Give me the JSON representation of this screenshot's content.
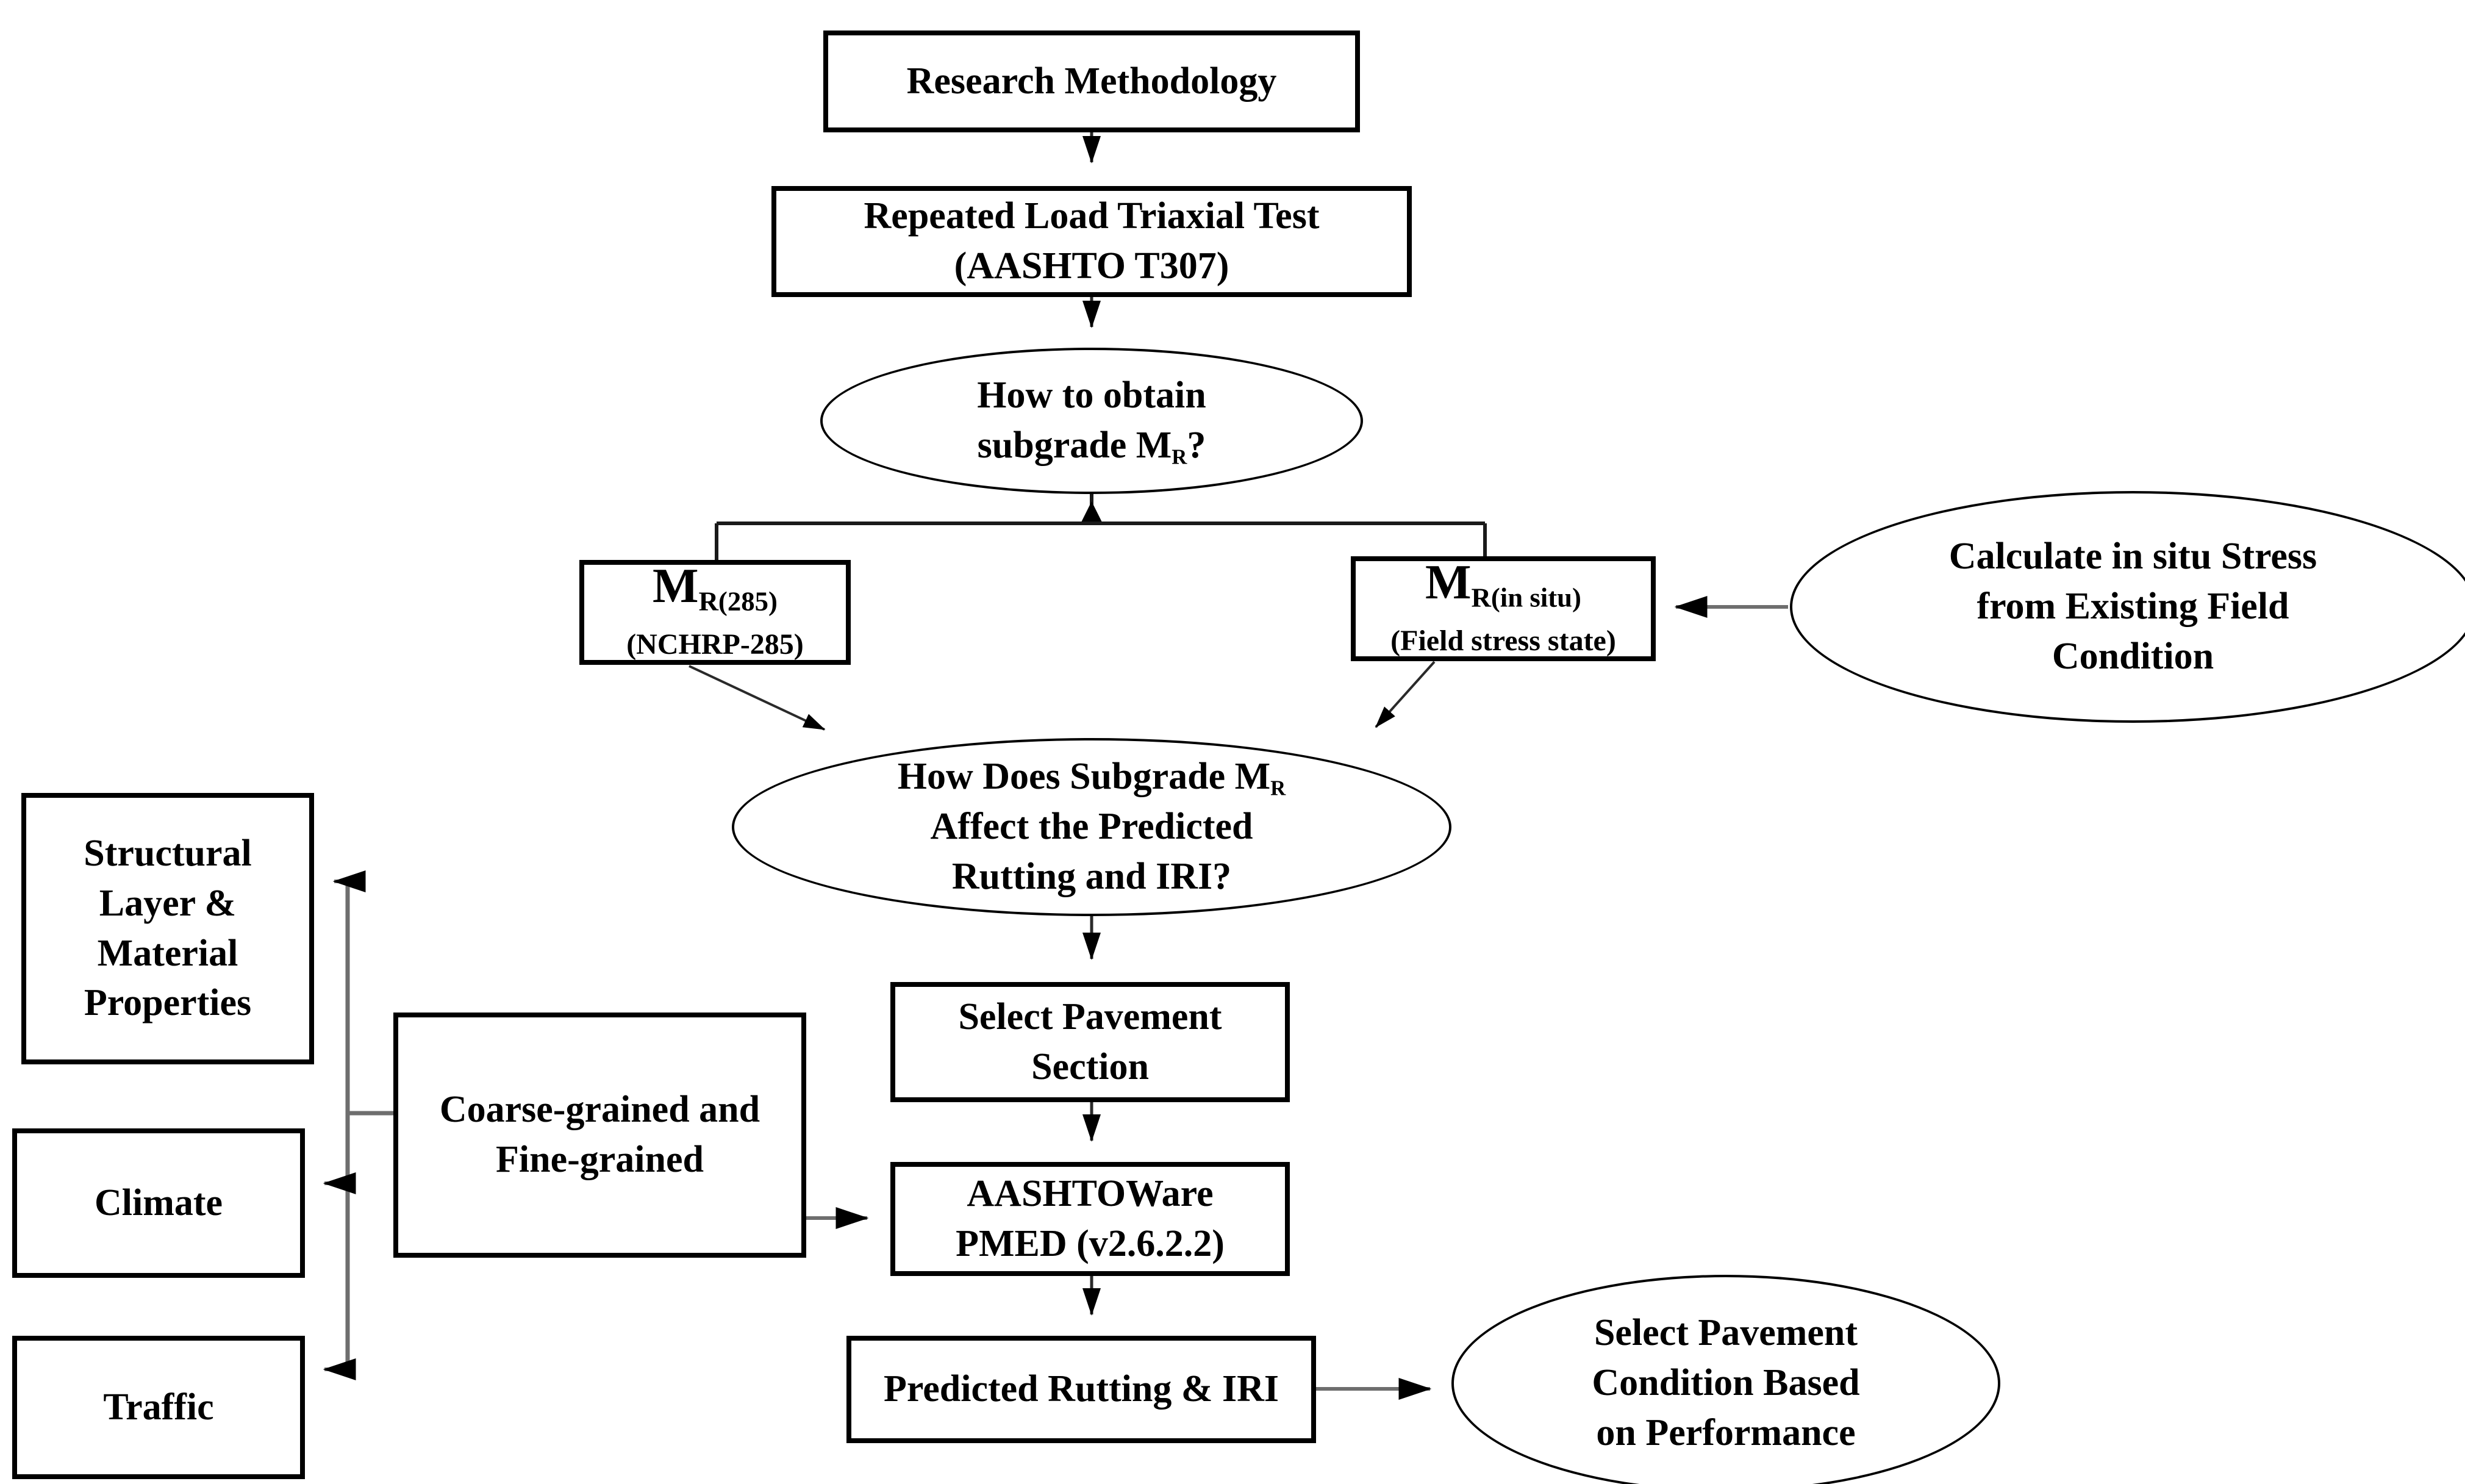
{
  "nodes": {
    "research": {
      "label": "Research Methodology"
    },
    "triaxial": {
      "line1": "Repeated Load Triaxial Test",
      "line2": "(AASHTO T307)"
    },
    "obtain_question": {
      "line1": "How to obtain",
      "line2_prefix": "subgrade ",
      "line2_main": "M",
      "line2_sub": "R",
      "line2_suffix": "?"
    },
    "mr285": {
      "main": "M",
      "sub": "R(285)",
      "note": "(NCHRP-285)"
    },
    "mr_insitu": {
      "main": "M",
      "sub": "R(in situ)",
      "note": "(Field stress state)"
    },
    "calc_stress": {
      "line1": "Calculate in situ Stress",
      "line2": "from Existing Field",
      "line3": "Condition"
    },
    "how_does": {
      "line1_prefix": "How Does Subgrade ",
      "line1_main": "M",
      "line1_sub": "R",
      "line2": "Affect the Predicted",
      "line3": "Rutting and IRI?"
    },
    "select_section": {
      "line1": "Select Pavement",
      "line2": "Section"
    },
    "aashtoware": {
      "line1": "AASHTOWare",
      "line2": "PMED (v2.6.2.2)"
    },
    "predicted": {
      "label": "Predicted Rutting & IRI"
    },
    "select_condition": {
      "line1": "Select Pavement",
      "line2": "Condition Based",
      "line3": "on Performance"
    },
    "structural": {
      "line1": "Structural",
      "line2": "Layer &",
      "line3": "Material",
      "line4": "Properties"
    },
    "climate": {
      "label": "Climate"
    },
    "traffic": {
      "label": "Traffic"
    },
    "coarse": {
      "line1": "Coarse-grained and",
      "line2": "Fine-grained"
    }
  },
  "colors": {
    "line_gray": "#6e6e6e",
    "line_dark": "#2a2a2a",
    "arrowhead": "#000000",
    "border": "#000000",
    "text": "#000000",
    "background": "#ffffff"
  }
}
